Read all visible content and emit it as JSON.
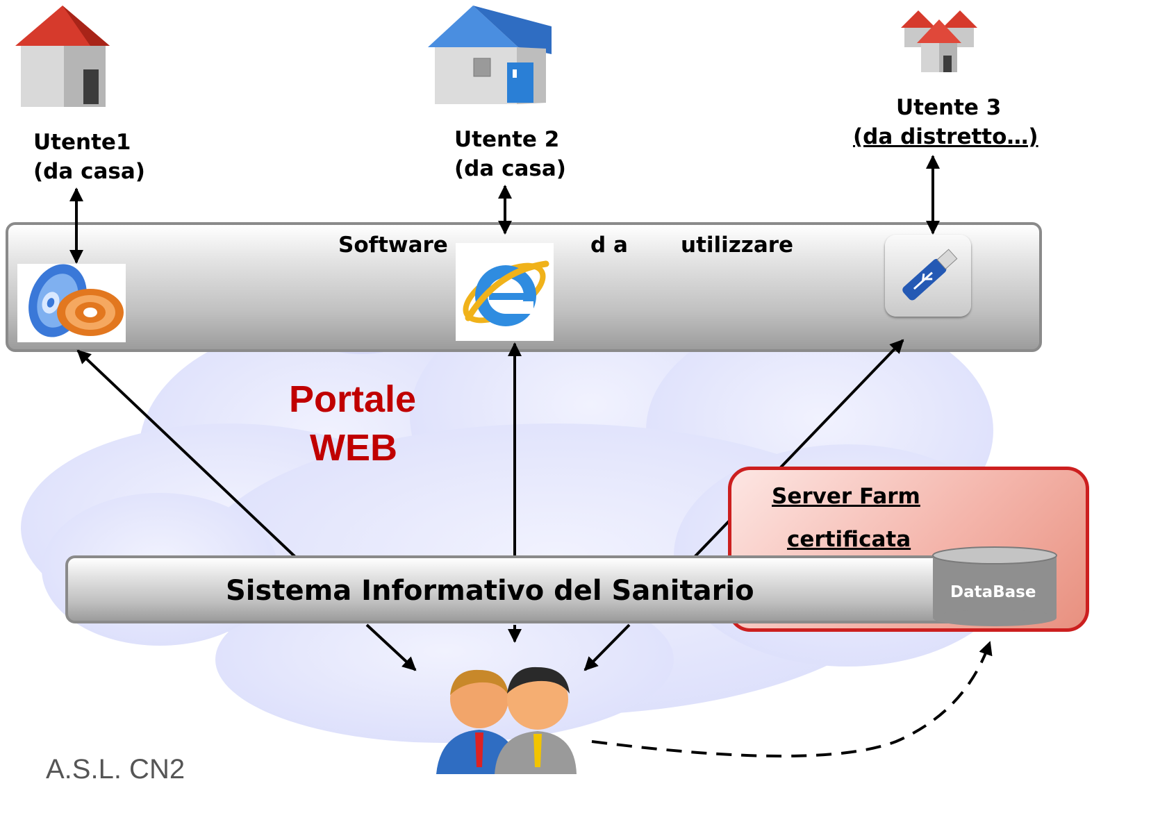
{
  "users": {
    "user1": {
      "name": "Utente1",
      "location": "(da casa)"
    },
    "user2": {
      "name": "Utente 2",
      "location": "(da casa)"
    },
    "user3": {
      "name": "Utente 3",
      "location": "(da distretto…)"
    }
  },
  "software_bar": {
    "w1": "Software",
    "w2": "d a",
    "w3": "utilizzare"
  },
  "portal": {
    "line1": "Portale",
    "line2": "WEB",
    "color": "#c00000"
  },
  "system_bar": {
    "label": "Sistema Informativo del Sanitario"
  },
  "server_farm": {
    "line1": "Server Farm",
    "line2": "certificata"
  },
  "database": {
    "label": "DataBase"
  },
  "footer": {
    "org": "A.S.L. CN2"
  },
  "icons": [
    "house-red-icon",
    "house-blue-icon",
    "houses-group-icon",
    "cd-dvd-icon",
    "internet-explorer-icon",
    "usb-key-icon",
    "users-icon",
    "database-icon"
  ]
}
